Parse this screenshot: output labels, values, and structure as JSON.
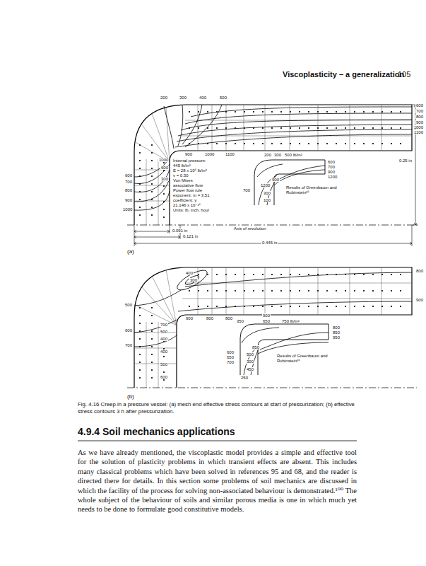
{
  "diagram": {
    "caption": "Fig. 4.16 Creep in a pressure vessel: (a) mesh end effective stress contours at start of pressurization; (b) effective stress contours 3 h after pressurization.",
    "labels": [
      "Viscoplasticity – a generalization",
      "105",
      "200",
      "300",
      "400",
      "500",
      "600",
      "700",
      "800",
      "900",
      "1000",
      "1100",
      "0.25 in",
      "900",
      "1000",
      "1100",
      "1000",
      "600",
      "300",
      "600",
      "700",
      "800",
      "900",
      "1000",
      "Internal pressure:",
      "445 lb/in²",
      "E = 28 x 10⁶ lb/in²",
      "ν = 0.30",
      "Von Mises",
      "associative flow",
      "Power flow rule",
      "exponent: m = 3.51",
      "coefficient: γ",
      "21.146 x 10⁻¹⁶",
      "Units: lb, inch, hour",
      "200",
      "300",
      "500 lb/in²",
      "600",
      "700",
      "900",
      "1200",
      "900",
      "1200",
      "700",
      "300",
      "100",
      "Results of Greenbaum and Rubinstein³⁵",
      "Axis of revolution",
      "0.091 in",
      "0.121 in",
      "0.445 in",
      "(a)",
      "400",
      "300",
      "500",
      "800",
      "900",
      "900",
      "800",
      "800",
      "700",
      "500",
      "400",
      "400",
      "500",
      "600",
      "600",
      "700",
      "350",
      "900",
      "650",
      "750 lb/in²",
      "800",
      "850",
      "950",
      "850",
      "600",
      "650",
      "700",
      "500",
      "300",
      "450",
      "250",
      "Results of Greenbaum and Rubinstein³⁵",
      "(b)",
      "4.9.4 Soil mechanics applications",
      "As we have already mentioned, the viscoplastic model provides a simple and effective tool for the solution of plasticity problems in which transient effects are absent. This includes many classical problems which have been solved in references 95 and 68, and the reader is directed there for details. In this section some problems of soil mechanics are discussed in which the facility of the process for solving non-associated behaviour is demonstrated.¹⁰⁰ The whole subject of the behaviour of soils and similar porous media is one in which much yet needs to be done to formulate good constitutive models."
    ]
  }
}
